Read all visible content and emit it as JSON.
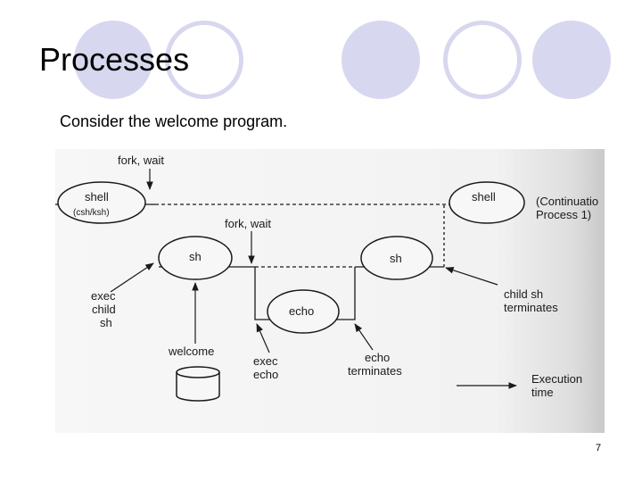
{
  "slide": {
    "title": "Processes",
    "subtitle": "Consider the welcome program.",
    "page_number": "7"
  },
  "theme": {
    "decoration_color": "#d7d7ef",
    "line_color": "#1a1a1a"
  },
  "diagram": {
    "top_fork_label": "fork,  wait",
    "shell_left_label": "shell",
    "shell_left_sublabel": "(csh/ksh)",
    "shell_right_label": "shell",
    "continuation_label_line1": "(Continuatio",
    "continuation_label_line2": "Process  1)",
    "middle_fork_label": "fork,  wait",
    "sh_left_label": "sh",
    "sh_right_label": "sh",
    "echo_label": "echo",
    "exec_child_sh_line1": "exec",
    "exec_child_sh_line2": "child",
    "exec_child_sh_line3": "sh",
    "welcome_label": "welcome",
    "exec_echo_line1": "exec",
    "exec_echo_line2": "echo",
    "echo_terminates_line1": "echo",
    "echo_terminates_line2": "terminates",
    "child_sh_terminates_line1": "child  sh",
    "child_sh_terminates_line2": "terminates",
    "execution_time_line1": "Execution",
    "execution_time_line2": "time"
  }
}
